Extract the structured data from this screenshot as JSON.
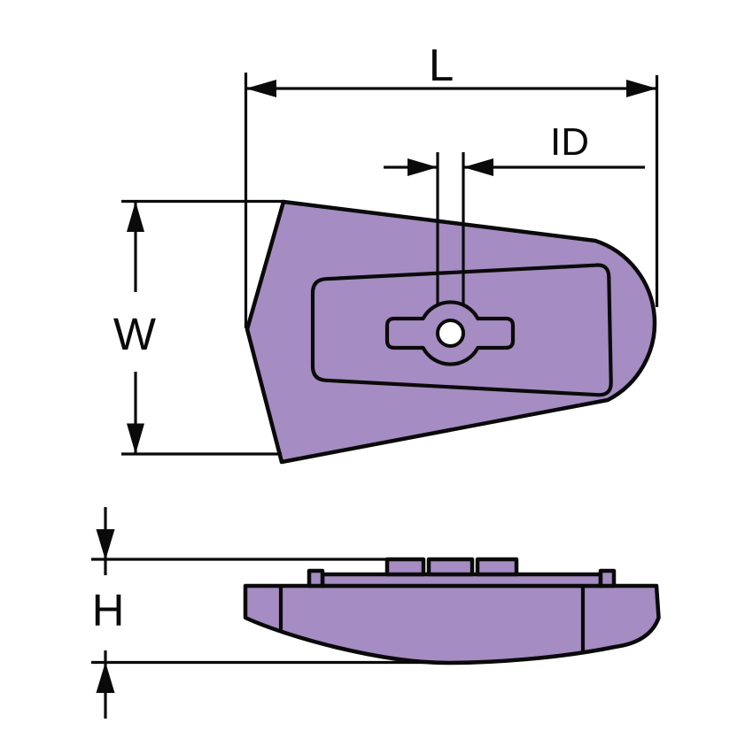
{
  "drawing": {
    "type": "technical-dimension-drawing",
    "dimensions": {
      "length": {
        "label": "L"
      },
      "inner_diameter": {
        "label": "ID"
      },
      "width": {
        "label": "W"
      },
      "height": {
        "label": "H"
      }
    },
    "colors": {
      "part_fill": "#A58CC2",
      "line_color": "#0A0A0A",
      "hole_fill": "#FFFFFF",
      "background": "#FFFFFF"
    }
  }
}
